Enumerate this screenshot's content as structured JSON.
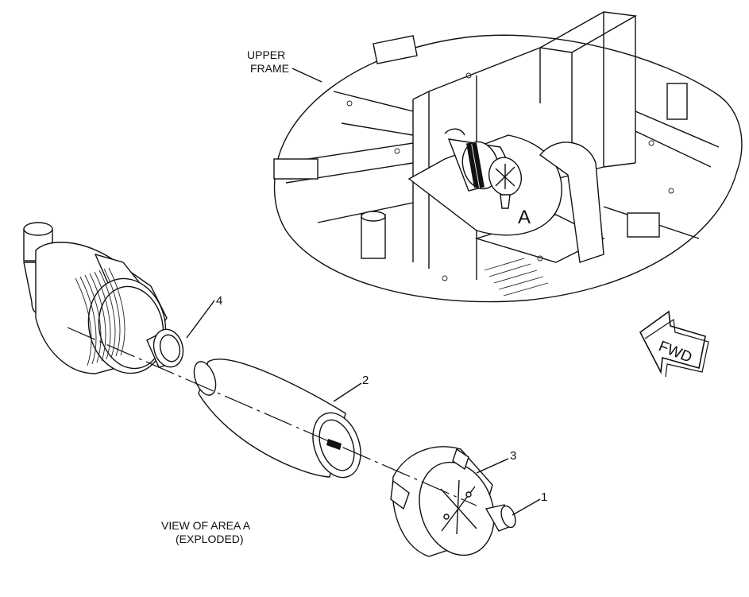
{
  "labels": {
    "upper_frame_line1": "UPPER",
    "upper_frame_line2": "FRAME",
    "area_letter": "A",
    "fwd": "FWD",
    "view_line1": "VIEW OF AREA  A",
    "view_line2": "(EXPLODED)"
  },
  "callouts": [
    "1",
    "2",
    "3",
    "4"
  ],
  "colors": {
    "line": "#111111",
    "background": "#ffffff"
  }
}
